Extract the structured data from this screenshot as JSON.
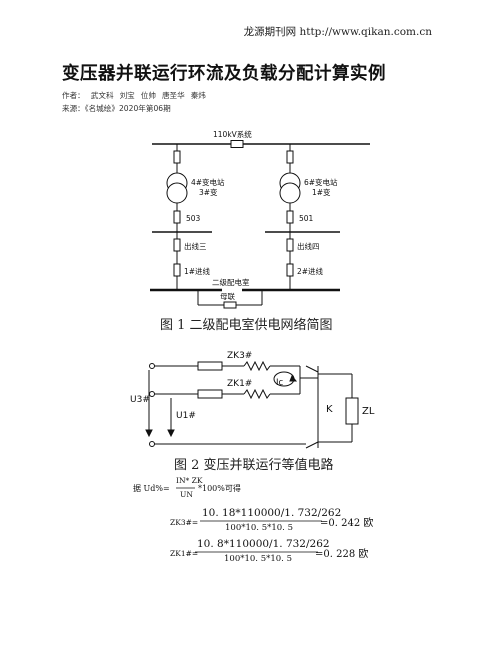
{
  "header": {
    "site": "龙源期刊网 http://www.qikan.com.cn"
  },
  "article": {
    "title": "变压器并联运行环流及负载分配计算实例",
    "authors_label": "作者：",
    "authors": [
      "武文科",
      "刘宝",
      "位帅",
      "唐圣华",
      "秦炜"
    ],
    "source": "来源：《名城绘》2020年第06期"
  },
  "figure1": {
    "caption": "图 1  二级配电室供电网络简图",
    "labels": {
      "bus_top": "110kV系统",
      "station_left_line1": "4#变电站",
      "station_left_line2": "3#变",
      "station_right_line1": "6#变电站",
      "station_right_line2": "1#变",
      "breaker_left": "503",
      "breaker_right": "501",
      "feeder_left": "出线三",
      "feeder_right": "出线四",
      "inlet_left": "1#进线",
      "inlet_right": "2#进线",
      "room": "二级配电室",
      "tie": "母联"
    }
  },
  "figure2": {
    "caption": "图 2  变压并联运行等值电路",
    "labels": {
      "zk_top": "ZK3#",
      "zk_bottom": "ZK1#",
      "ic": "Ic",
      "u3": "U3#",
      "u1": "U1#",
      "k": "K",
      "zl": "ZL"
    }
  },
  "formulas": {
    "f1_prefix": "据 Ud%=",
    "f1_num": "IN* ZK",
    "f1_den": "UN",
    "f1_suffix": "*100%可得",
    "f2_lhs": "ZK3#=",
    "f2_num": "10. 18*110000/1. 732/262",
    "f2_den": "100*10. 5*10. 5",
    "f2_rhs": "=0. 242 欧",
    "f3_lhs": "ZK1#=",
    "f3_num": "10. 8*110000/1. 732/262",
    "f3_den": "100*10. 5*10. 5",
    "f3_rhs": "=0. 228 欧"
  }
}
